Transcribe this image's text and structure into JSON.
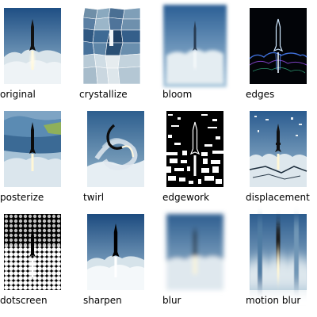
{
  "gallery": {
    "items": [
      {
        "label": "original",
        "effect": "original"
      },
      {
        "label": "crystallize",
        "effect": "crystallize"
      },
      {
        "label": "bloom",
        "effect": "bloom"
      },
      {
        "label": "edges",
        "effect": "edges"
      },
      {
        "label": "posterize",
        "effect": "posterize"
      },
      {
        "label": "twirl",
        "effect": "twirl"
      },
      {
        "label": "edgework",
        "effect": "edgework"
      },
      {
        "label": "displacement",
        "effect": "displacement"
      },
      {
        "label": "dotscreen",
        "effect": "dotscreen"
      },
      {
        "label": "sharpen",
        "effect": "sharpen"
      },
      {
        "label": "blur",
        "effect": "blur"
      },
      {
        "label": "motion blur",
        "effect": "motion-blur"
      }
    ]
  },
  "colors": {
    "sky_top": "#2a5b8f",
    "sky_bottom": "#8fb3cc",
    "smoke": "#dfe8ee",
    "rocket": "#111111",
    "flame": "#fff7d6"
  }
}
